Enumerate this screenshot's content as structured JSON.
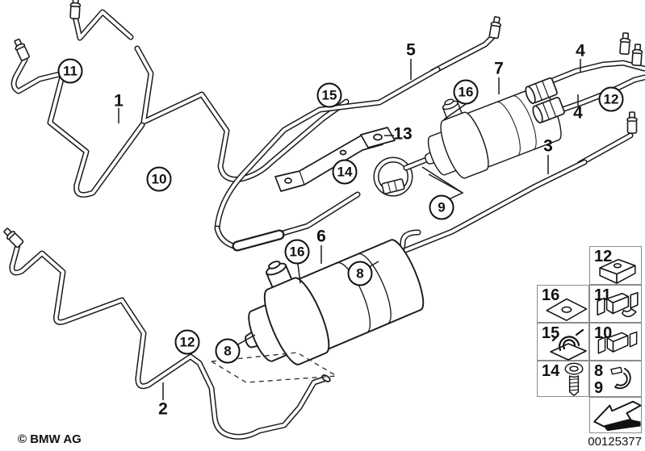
{
  "title": "Fuel pipes and fuel filter parts diagram",
  "colors": {
    "line": "#1a1a1a",
    "legend_border": "#8c8c8c",
    "background": "#ffffff",
    "arrow_fill": "#111111"
  },
  "callouts": {
    "c11": "11",
    "c10": "10",
    "c15": "15",
    "c16_upper": "16",
    "c12_right": "12",
    "c14": "14",
    "c9": "9",
    "c16_lower": "16",
    "c8_right": "8",
    "c8_left": "8",
    "c12_lower": "12"
  },
  "labels": {
    "p1": "1",
    "p2": "2",
    "p3": "3",
    "p4_top": "4",
    "p4_bottom": "4",
    "p5": "5",
    "p6": "6",
    "p7": "7",
    "p13": "13"
  },
  "legend": {
    "l12": "12",
    "l16": "16",
    "l11": "11",
    "l15": "15",
    "l10": "10",
    "l14": "14",
    "l8": "8",
    "l9": "9"
  },
  "footer": {
    "copyright": "© BMW AG",
    "image_number": "00125377"
  }
}
